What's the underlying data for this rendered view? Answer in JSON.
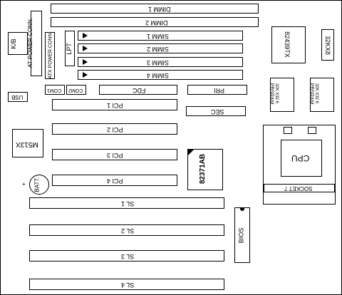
{
  "components": {
    "dimm1": "DIMM 1",
    "dimm2": "DIMM 2",
    "kb": "K/B",
    "at_power": "AT POWER CONN.",
    "atx_power": "ATX POWER CONN.",
    "lpt": "LPT",
    "simm1": "SIMM 1",
    "simm2": "SIMM 2",
    "simm3": "SIMM 3",
    "simm4": "SIMM 4",
    "chip_82439tx": "82439TX",
    "chip_32kx8": "32KX8",
    "usb": "USB",
    "com1": "COM1",
    "com2": "COM2",
    "fdc": "FDC",
    "pri": "PRI",
    "pbsram": "PBSRAM",
    "pbsram_size": "32K X32 6",
    "pci1": "PCI 1",
    "pci2": "PCI 2",
    "pci3": "PCI 3",
    "pci4": "PCI 4",
    "sec": "SEC",
    "m513x": "M513X",
    "chip_82371ab": "82371AB",
    "cpu": "CPU",
    "socket7": "SOCKET 7",
    "batt": "BATT.",
    "batt_plus": "+",
    "sl1": "SL 1",
    "sl2": "SL 2",
    "sl3": "SL 3",
    "sl4": "SL 4",
    "bios": "BIOS"
  }
}
